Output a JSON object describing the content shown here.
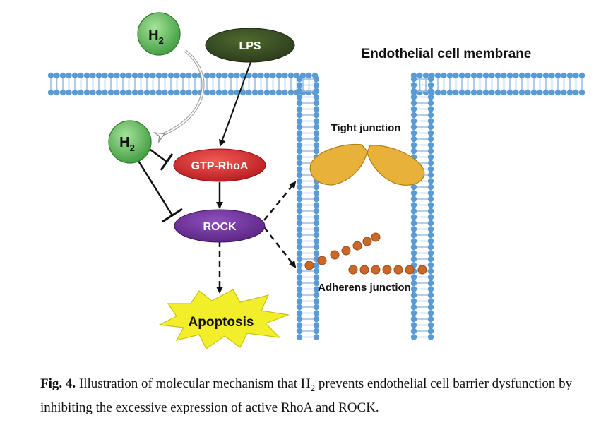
{
  "figure": {
    "membrane_title": "Endothelial cell membrane",
    "nodes": {
      "h2_top": {
        "main": "H",
        "sub": "2"
      },
      "h2_left": {
        "main": "H",
        "sub": "2"
      },
      "lps": "LPS",
      "gtp_rhoa": "GTP-RhoA",
      "rock": "ROCK",
      "apoptosis": "Apoptosis"
    },
    "junctions": {
      "tight": "Tight junction",
      "adherens": "Adherens junction"
    },
    "colors": {
      "membrane_blue": "#5b9bd5",
      "h2_green": "#5cb85c",
      "lps_dark_green": "#3a4f24",
      "gtp_red": "#d9232a",
      "rock_purple": "#6a2c91",
      "apoptosis_yellow": "#f2ef2a",
      "tight_gold": "#e8b23a",
      "adherens_brown": "#c8692a"
    }
  },
  "caption": {
    "label": "Fig. 4.",
    "text_before_sub": " Illustration of molecular mechanism that H",
    "sub": "2",
    "text_after_sub": " prevents endothelial cell barrier dysfunction by inhibiting the excessive expression of active RhoA and ROCK."
  }
}
